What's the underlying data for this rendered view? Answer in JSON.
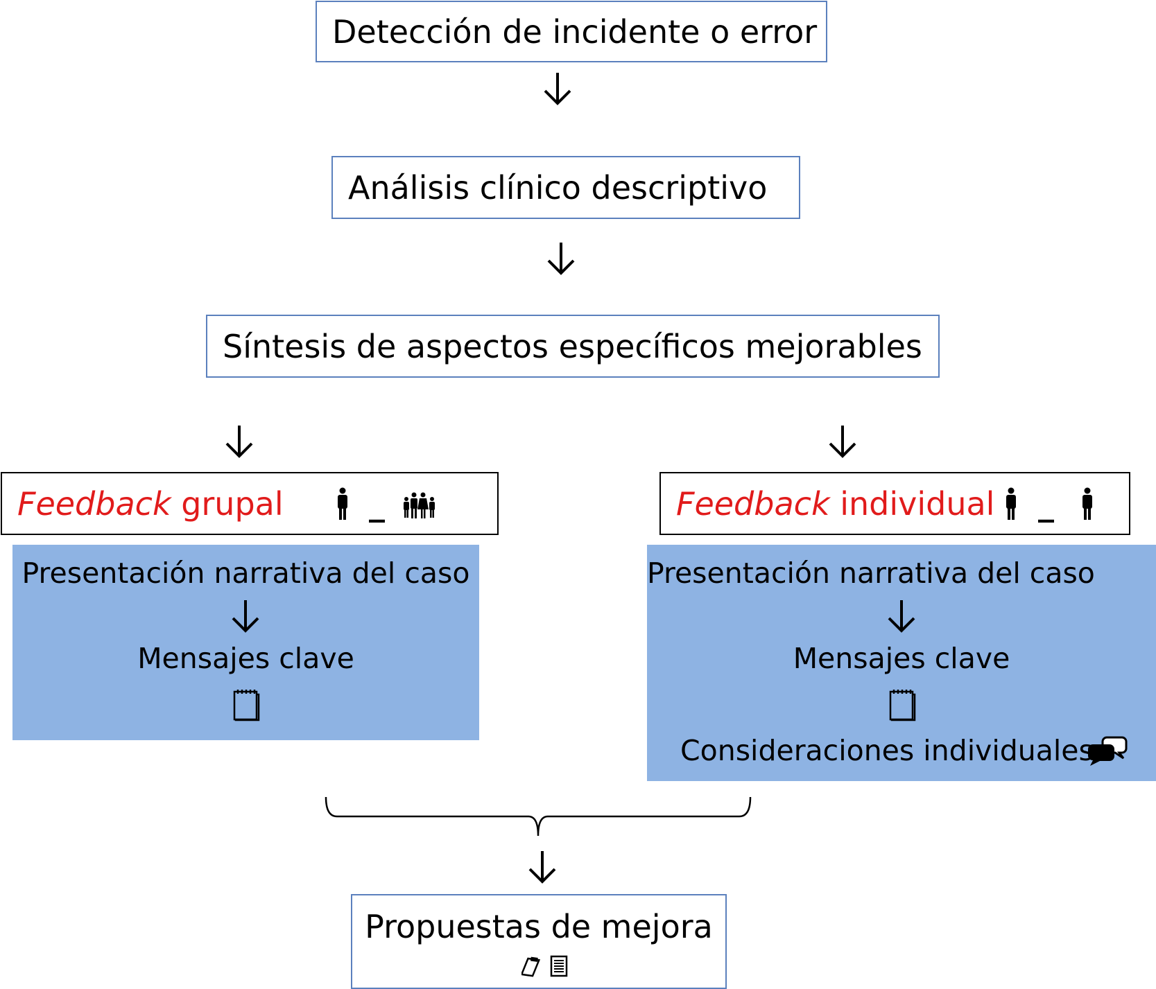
{
  "nodes": {
    "deteccion": "Detección de incidente o error",
    "analisis": "Análisis clínico descriptivo",
    "sintesis": "Síntesis de aspectos específicos mejorables",
    "propuestas": "Propuestas de mejora"
  },
  "grupal": {
    "feedback_word": "Feedback",
    "title_rest": " grupal",
    "icon_sep": "_",
    "narrativa": "Presentación narrativa del caso",
    "mensajes": "Mensajes clave"
  },
  "individual": {
    "feedback_word": "Feedback",
    "title_rest": " individual",
    "icon_sep": "_",
    "narrativa": "Presentación narrativa del caso",
    "mensajes": "Mensajes clave",
    "consideraciones": "Consideraciones individuales"
  },
  "colors": {
    "box_border": "#5b80bd",
    "panel_fill": "#8eb3e3",
    "feedback_red": "#e11b1b"
  },
  "icons": [
    "person-icon",
    "family-icon",
    "notepad-icon",
    "speech-bubbles-icon",
    "clipboard-icon",
    "document-icon"
  ]
}
